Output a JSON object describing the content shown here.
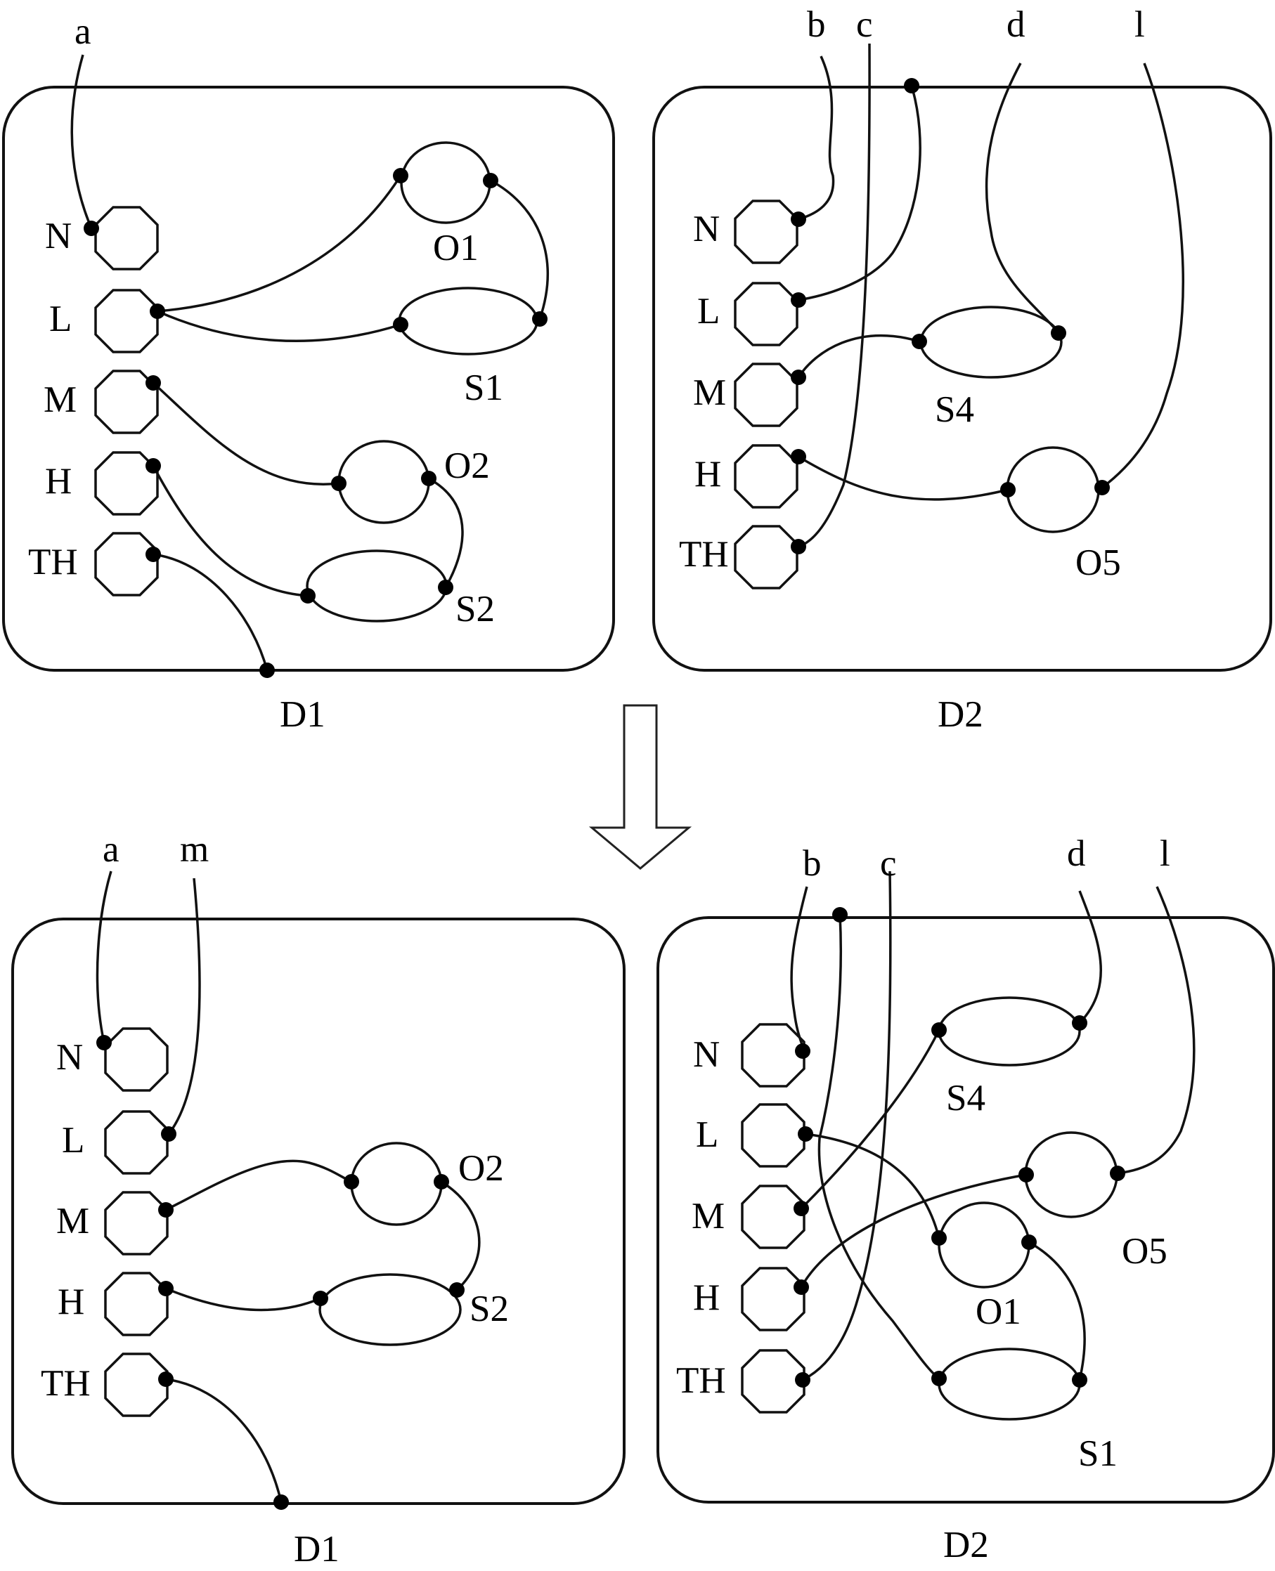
{
  "panels": {
    "top_left": {
      "name": "D1",
      "slots": [
        "N",
        "L",
        "M",
        "H",
        "TH"
      ],
      "wires": [
        "a"
      ],
      "nodes": [
        "O1",
        "S1",
        "O2",
        "S2"
      ]
    },
    "top_right": {
      "name": "D2",
      "slots": [
        "N",
        "L",
        "M",
        "H",
        "TH"
      ],
      "wires": [
        "b",
        "c",
        "d",
        "l"
      ],
      "nodes": [
        "S4",
        "O5"
      ]
    },
    "bottom_left": {
      "name": "D1",
      "slots": [
        "N",
        "L",
        "M",
        "H",
        "TH"
      ],
      "wires": [
        "a",
        "m"
      ],
      "nodes": [
        "O2",
        "S2"
      ]
    },
    "bottom_right": {
      "name": "D2",
      "slots": [
        "N",
        "L",
        "M",
        "H",
        "TH"
      ],
      "wires": [
        "b",
        "c",
        "d",
        "l"
      ],
      "nodes": [
        "S4",
        "O5",
        "O1",
        "S1"
      ]
    }
  }
}
